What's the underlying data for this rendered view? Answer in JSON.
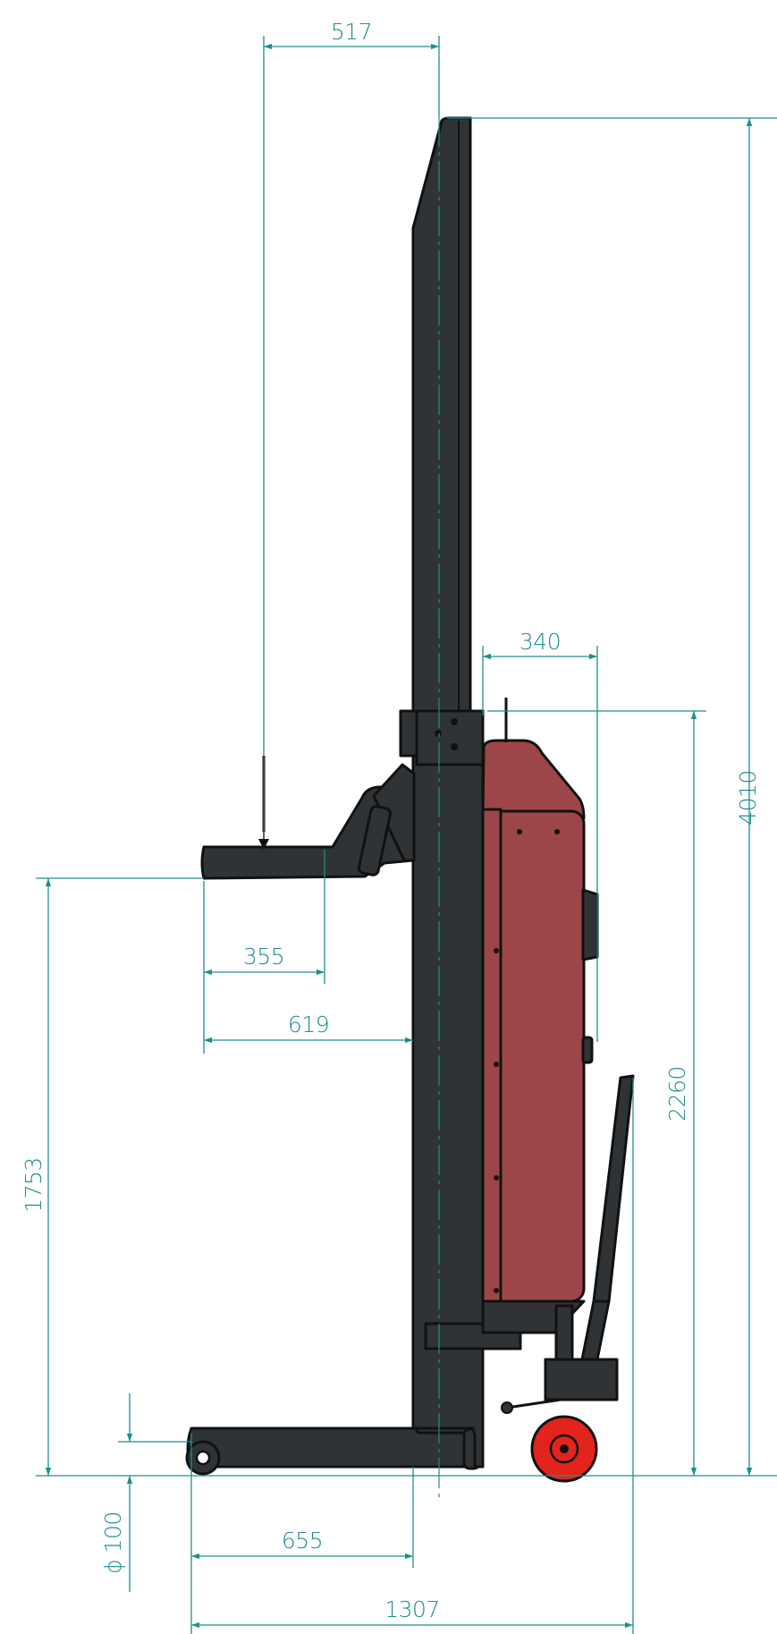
{
  "colors": {
    "dimension": "#1e8f8c",
    "frame": "#2f3336",
    "housing": "#9c4649",
    "wheel": "#e2241d",
    "outline": "#111111",
    "load_arrow": "#8a8a8a"
  },
  "dimensions": {
    "d517": "517",
    "d340": "340",
    "d4010": "4010",
    "d355": "355",
    "d619": "619",
    "d2260": "2260",
    "d1753": "1753",
    "d_wheel_dia": "ϕ 100",
    "d655": "655",
    "d1307": "1307"
  }
}
